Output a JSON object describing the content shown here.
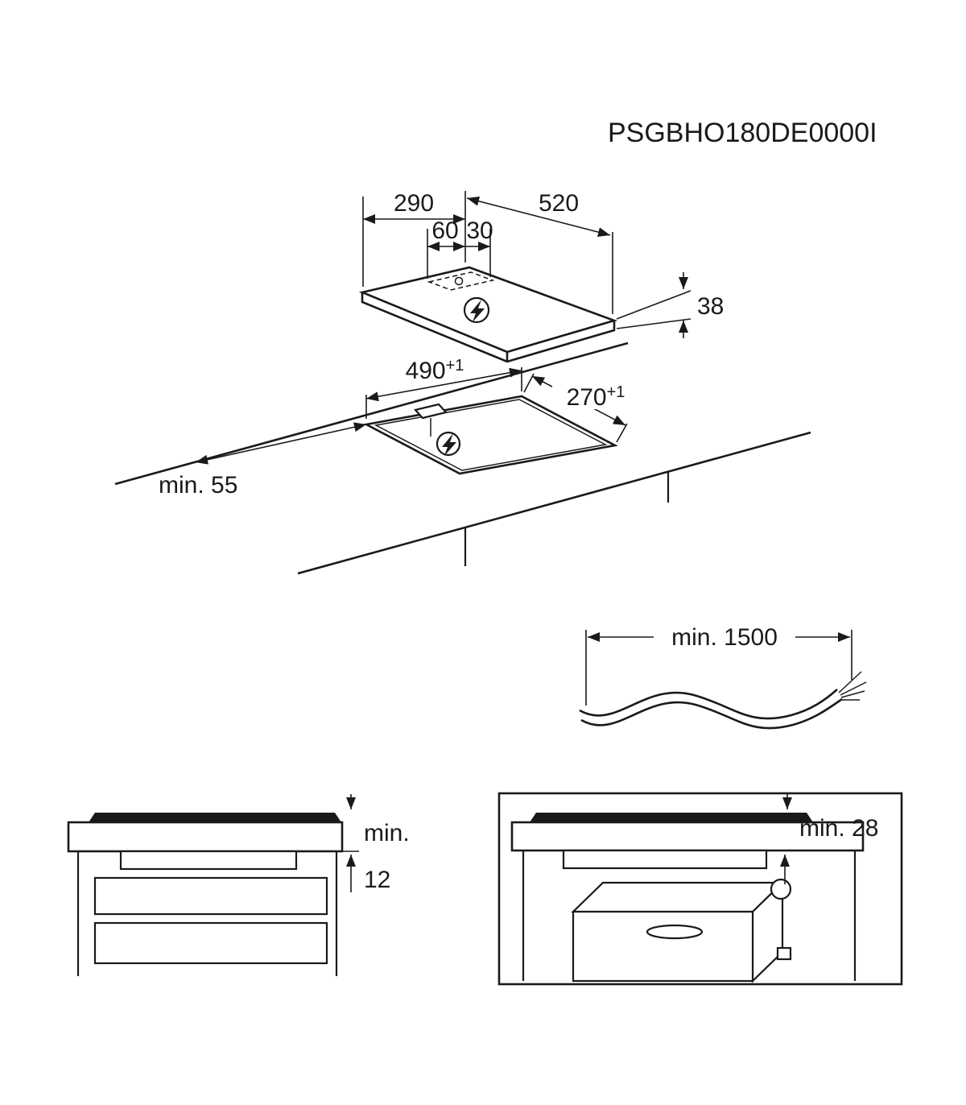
{
  "title_code": "PSGBHO180DE0000I",
  "hob_view": {
    "depth": "290",
    "width": "520",
    "inset_left": "60",
    "inset_right": "30",
    "height": "38"
  },
  "cutout_view": {
    "length": "490",
    "length_tol": "+1",
    "width": "270",
    "width_tol": "+1",
    "front_clearance": "min. 55"
  },
  "cable_view": {
    "length": "min. 1500"
  },
  "drawer_clearance": {
    "line1": "min.",
    "line2": "12"
  },
  "oven_clearance": {
    "value": "min. 28"
  },
  "icons": {
    "lightning": "lightning-bolt-in-circle"
  }
}
